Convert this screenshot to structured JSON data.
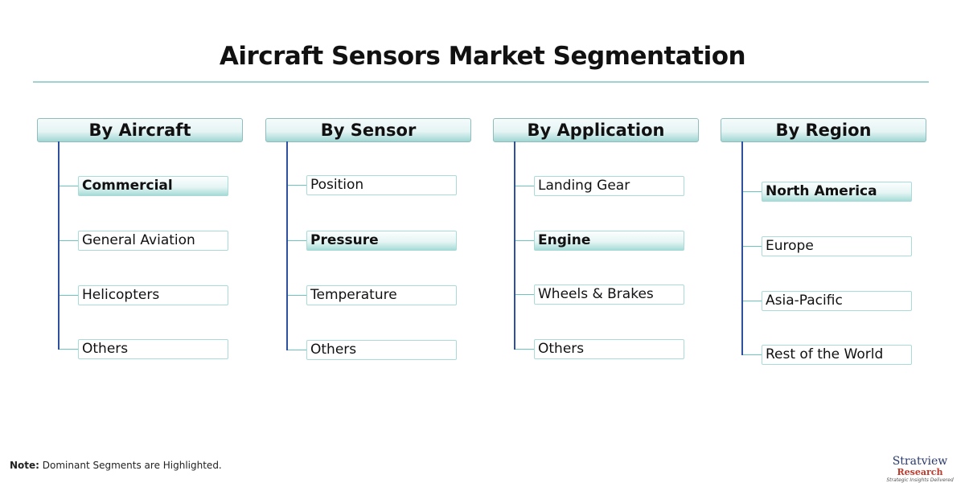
{
  "title": "Aircraft Sensors Market Segmentation",
  "columns": [
    {
      "header": "By Aircraft",
      "items": [
        {
          "label": "Commercial",
          "highlighted": true
        },
        {
          "label": "General Aviation",
          "highlighted": false
        },
        {
          "label": "Helicopters",
          "highlighted": false
        },
        {
          "label": "Others",
          "highlighted": false
        }
      ]
    },
    {
      "header": "By Sensor",
      "items": [
        {
          "label": "Position",
          "highlighted": false
        },
        {
          "label": "Pressure",
          "highlighted": true
        },
        {
          "label": "Temperature",
          "highlighted": false
        },
        {
          "label": "Others",
          "highlighted": false
        }
      ]
    },
    {
      "header": "By Application",
      "items": [
        {
          "label": "Landing Gear",
          "highlighted": false
        },
        {
          "label": "Engine",
          "highlighted": true
        },
        {
          "label": "Wheels & Brakes",
          "highlighted": false
        },
        {
          "label": "Others",
          "highlighted": false
        }
      ]
    },
    {
      "header": "By Region",
      "items": [
        {
          "label": "North America",
          "highlighted": true
        },
        {
          "label": "Europe",
          "highlighted": false
        },
        {
          "label": "Asia-Pacific",
          "highlighted": false
        },
        {
          "label": "Rest of the World",
          "highlighted": false
        }
      ]
    }
  ],
  "note": {
    "label": "Note:",
    "text": " Dominant Segments are Highlighted."
  },
  "logo": {
    "name": "Stratview",
    "sub": "Research",
    "tagline": "Strategic Insights Delivered"
  }
}
